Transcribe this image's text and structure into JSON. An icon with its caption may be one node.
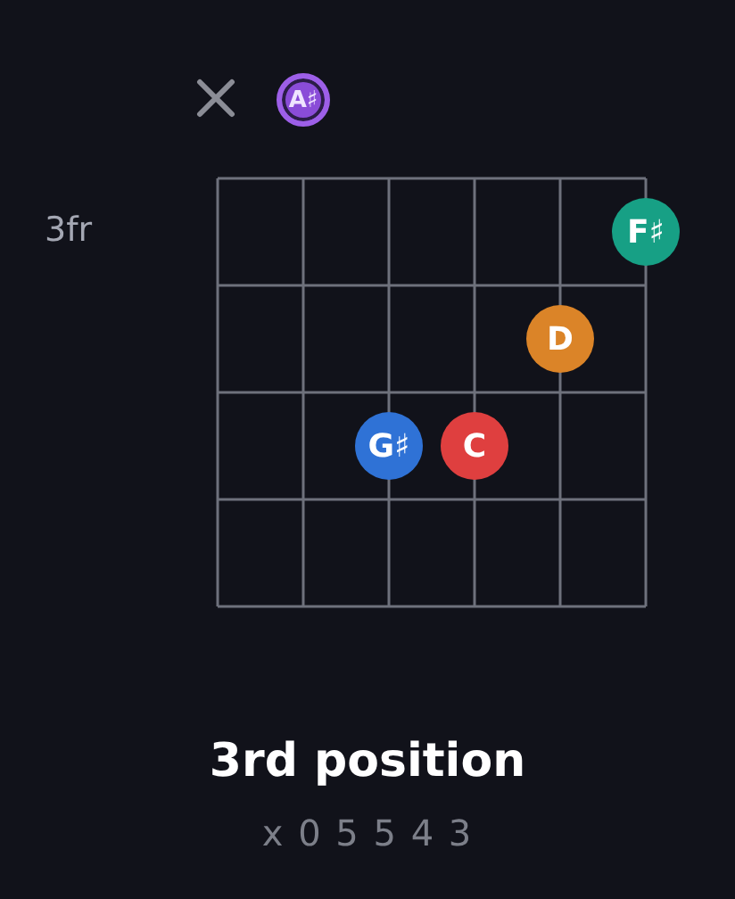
{
  "diagram": {
    "title": "3rd position",
    "caption": "x 0 5 5 4 3",
    "nodes": [
      {
        "text": [
          "A♯"
        ]
      },
      {
        "text": [
          "F♯"
        ]
      },
      {
        "text": [
          "D"
        ]
      },
      {
        "text": [
          "G♯"
        ]
      },
      {
        "text": [
          "C"
        ]
      }
    ],
    "labels": [
      "3fr"
    ]
  }
}
